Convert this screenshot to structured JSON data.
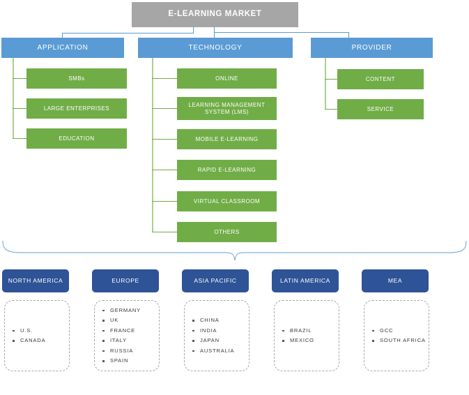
{
  "diagram": {
    "title": "E-LEARNING MARKET",
    "segments": [
      {
        "id": "application",
        "label": "APPLICATION",
        "children": [
          {
            "label": "SMBs"
          },
          {
            "label": "LARGE ENTERPRISES"
          },
          {
            "label": "EDUCATION"
          }
        ]
      },
      {
        "id": "technology",
        "label": "TECHNOLOGY",
        "children": [
          {
            "label": "ONLINE"
          },
          {
            "label": "LEARNING MANAGEMENT SYSTEM (LMS)"
          },
          {
            "label": "MOBILE E-LEARNING"
          },
          {
            "label": "RAPID E-LEARNING"
          },
          {
            "label": "VIRTUAL CLASSROOM"
          },
          {
            "label": "OTHERS"
          }
        ]
      },
      {
        "id": "provider",
        "label": "PROVIDER",
        "children": [
          {
            "label": "CONTENT"
          },
          {
            "label": "SERVICE"
          }
        ]
      }
    ],
    "regions": [
      {
        "id": "north-america",
        "label": "NORTH AMERICA",
        "countries": [
          "U.S.",
          "CANADA"
        ]
      },
      {
        "id": "europe",
        "label": "EUROPE",
        "countries": [
          "GERMANY",
          "UK",
          "FRANCE",
          "ITALY",
          "RUSSIA",
          "SPAIN"
        ]
      },
      {
        "id": "asia-pacific",
        "label": "ASIA PACIFIC",
        "countries": [
          "CHINA",
          "INDIA",
          "JAPAN",
          "AUSTRALIA"
        ]
      },
      {
        "id": "latin-america",
        "label": "LATIN AMERICA",
        "countries": [
          "BRAZIL",
          "MEXICO"
        ]
      },
      {
        "id": "mea",
        "label": "MEA",
        "countries": [
          "GCC",
          "SOUTH AFRICA"
        ]
      }
    ],
    "colors": {
      "root": "#a6a6a6",
      "segment": "#5b9bd5",
      "leaf": "#70ad47",
      "region_header": "#2e5396",
      "connector_blue": "#5b9bd5",
      "connector_green": "#a9d18e",
      "card_border": "#a6a6a6",
      "text_light": "#ffffff",
      "text_dark": "#3b3b3b"
    }
  }
}
